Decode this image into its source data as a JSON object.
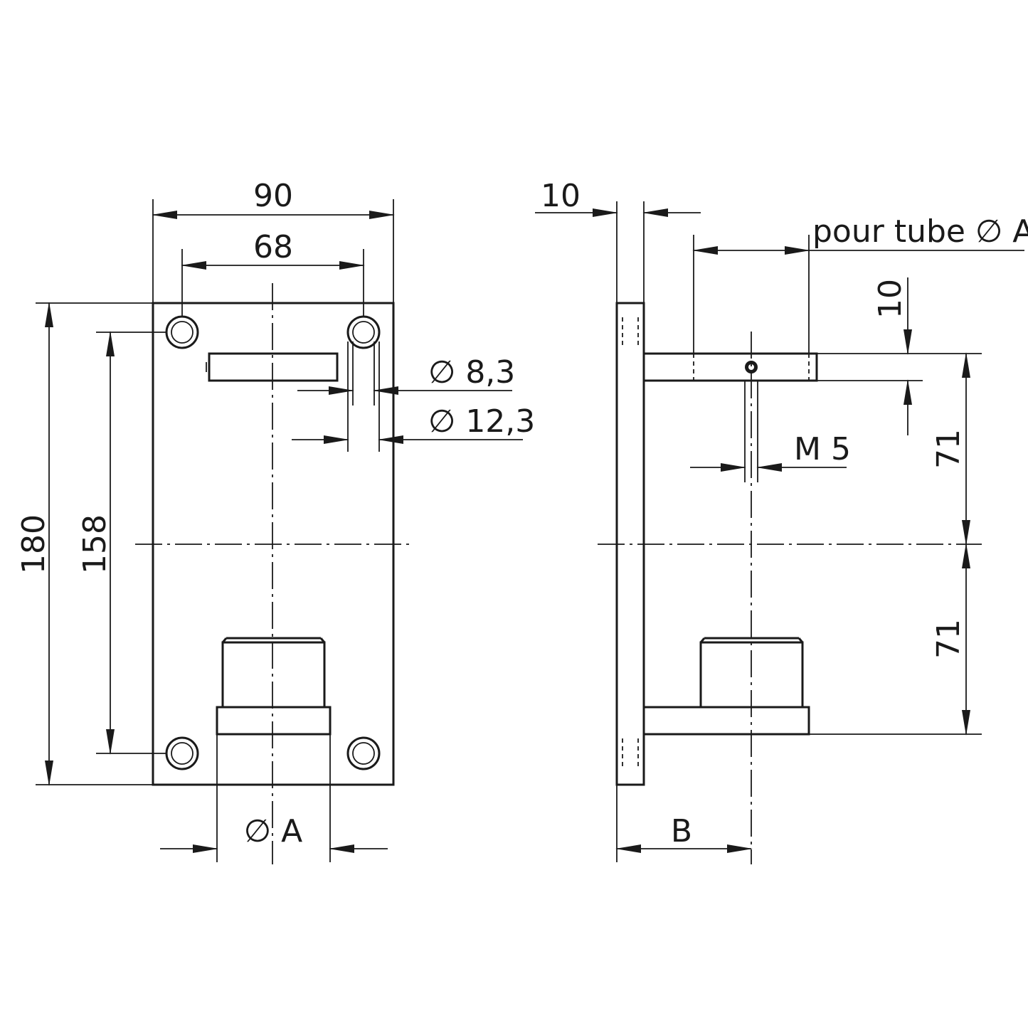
{
  "front_view": {
    "dim_overall_width": "90",
    "dim_hole_spacing_x": "68",
    "dim_overall_height": "180",
    "dim_hole_spacing_y": "158",
    "dim_hole_small": "∅ 8,3",
    "dim_hole_large": "∅ 12,3",
    "dim_tube_diameter": "∅ A"
  },
  "side_view": {
    "dim_plate_thickness": "10",
    "note_tube": "pour tube ∅ A",
    "dim_arm_thickness": "10",
    "dim_thread": "M 5",
    "dim_upper_half": "71",
    "dim_lower_half": "71",
    "dim_offset": "B"
  },
  "colors": {
    "ink": "#1a1a1a",
    "background": "#ffffff"
  }
}
